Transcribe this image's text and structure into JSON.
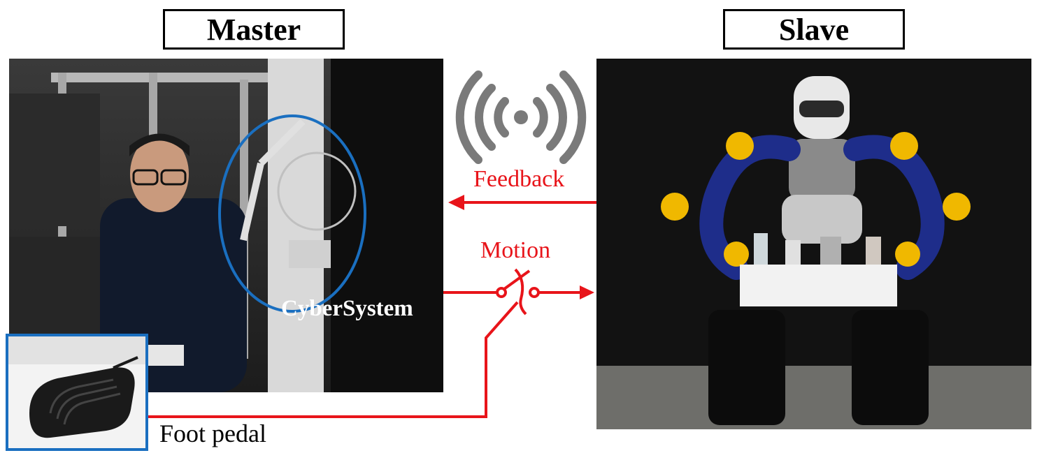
{
  "master": {
    "title": "Master"
  },
  "slave": {
    "title": "Slave"
  },
  "labels": {
    "cybersystem": "CyberSystem",
    "feedback": "Feedback",
    "motion": "Motion",
    "foot_pedal": "Foot pedal"
  },
  "colors": {
    "signal_red": "#e8141a",
    "highlight_blue": "#1a6fc0",
    "wireless_gray": "#7a7a7a"
  },
  "icons": [
    "wireless-signal-icon",
    "feedback-arrow",
    "motion-arrow",
    "switch-icon"
  ]
}
